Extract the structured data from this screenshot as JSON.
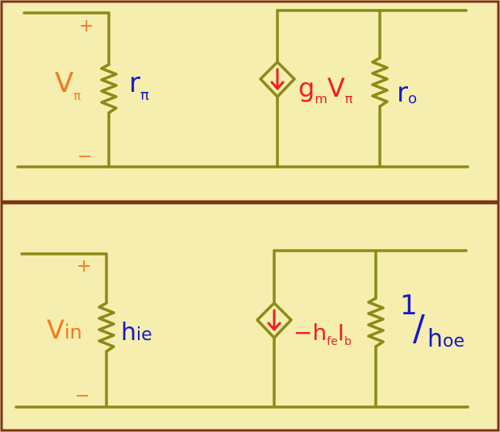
{
  "colors": {
    "background": "#f5eeaf",
    "border": "#7a3418",
    "wire": "#8b8b16",
    "orange_label": "#f07a22",
    "red_label": "#f0201e",
    "blue_label": "#1919c8"
  },
  "top_circuit": {
    "plus": "+",
    "minus": "−",
    "input_voltage": {
      "main": "V",
      "sub": "π"
    },
    "input_resistor": {
      "main": "r",
      "sub": "π"
    },
    "current_source": {
      "main": "g",
      "sub1": "m",
      "main2": "V",
      "sub2": "π"
    },
    "output_resistor": {
      "main": "r",
      "sub": "o"
    }
  },
  "bottom_circuit": {
    "plus": "+",
    "minus": "−",
    "input_voltage": {
      "main": "V",
      "sub": "in"
    },
    "input_resistor": {
      "main": "h",
      "sub": "ie"
    },
    "current_source": {
      "prefix": "−h",
      "sub1": "fe",
      "main2": "I",
      "sub2": "b"
    },
    "output_resistor": {
      "numerator": "1",
      "slash": "/",
      "main": "h",
      "sub": "oe"
    }
  },
  "icons": {
    "top_source_arrow": "down-arrow-icon",
    "bottom_source_arrow": "down-arrow-icon",
    "resistor": "zigzag-resistor-icon"
  }
}
